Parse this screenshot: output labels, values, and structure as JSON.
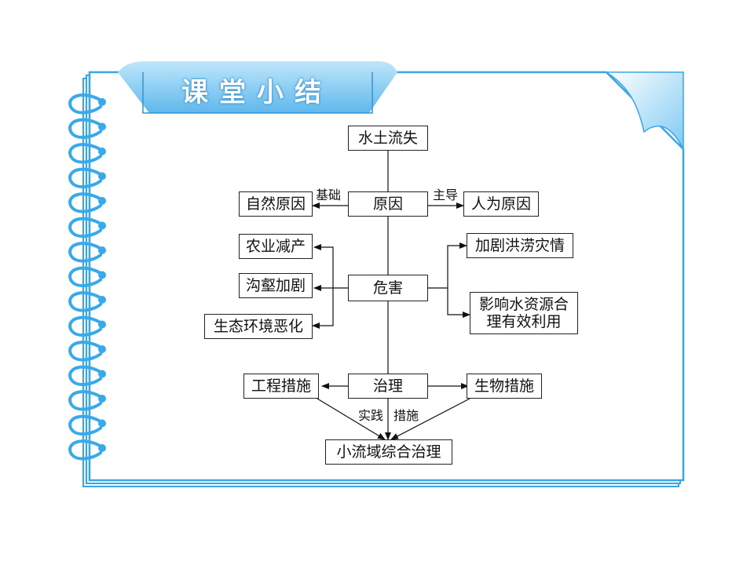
{
  "header": {
    "title": "课堂小结"
  },
  "diagram": {
    "top": "水土流失",
    "cause": {
      "center": "原因",
      "left": "自然原因",
      "left_label": "基础",
      "right": "人为原因",
      "right_label": "主导"
    },
    "harm": {
      "center": "危害",
      "left": [
        "农业减产",
        "沟壑加剧",
        "生态环境恶化"
      ],
      "right": [
        "加剧洪涝灾情",
        "影响水资源合理有效利用"
      ]
    },
    "governance": {
      "center": "治理",
      "left": "工程措施",
      "right": "生物措施",
      "label_left": "实践",
      "label_right": "措施",
      "bottom": "小流域综合治理"
    }
  },
  "colors": {
    "frame": "#3aa6e6",
    "ring": "#38a9ea",
    "tab": "#8fd0f7",
    "curl": "#aee0fb"
  }
}
